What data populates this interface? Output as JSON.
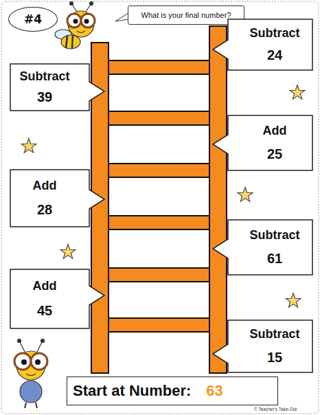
{
  "diagram": {
    "nodes": [
      {
        "text": [
          "#4"
        ]
      },
      {
        "text": [
          "What is your final number?"
        ]
      },
      {
        "text": [
          "Subtract",
          "24"
        ]
      },
      {
        "text": [
          "Subtract",
          "39"
        ]
      },
      {
        "text": [
          "Add",
          "25"
        ]
      },
      {
        "text": [
          "Add",
          "28"
        ]
      },
      {
        "text": [
          "Subtract",
          "61"
        ]
      },
      {
        "text": [
          "Add",
          "45"
        ]
      },
      {
        "text": [
          "Subtract",
          "15"
        ]
      },
      {
        "text": [
          "Start at Number:",
          "63"
        ]
      }
    ],
    "labels": [
      "© Teacher's Take-Out"
    ]
  }
}
